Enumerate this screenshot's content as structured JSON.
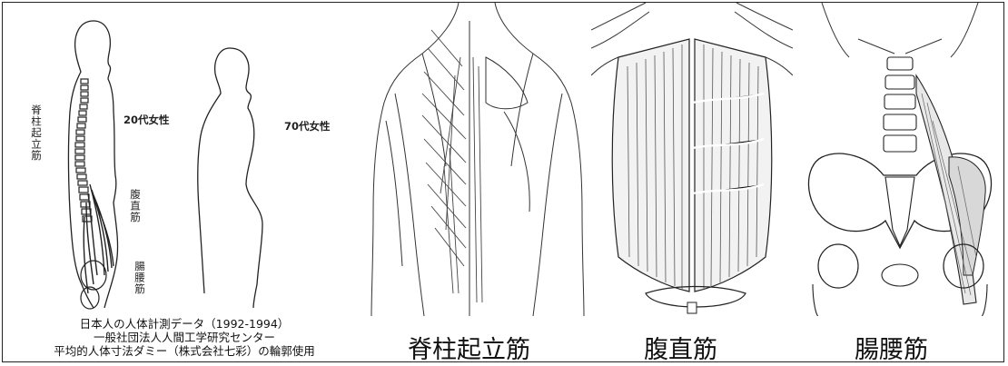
{
  "left_panel": {
    "label_20s": "20代女性",
    "label_70s": "70代女性",
    "muscle_erector": "脊柱起立筋",
    "muscle_rectus": "腹直筋",
    "muscle_iliopsoas": "腸腰筋"
  },
  "credit": {
    "line1": "日本人の人体計測データ（1992-1994）",
    "line2": "一般社団法人人間工学研究センター",
    "line3": "平均的人体寸法ダミー（株式会社七彩）の輪郭使用"
  },
  "captions": {
    "erector": "脊柱起立筋",
    "rectus": "腹直筋",
    "iliopsoas": "腸腰筋"
  }
}
